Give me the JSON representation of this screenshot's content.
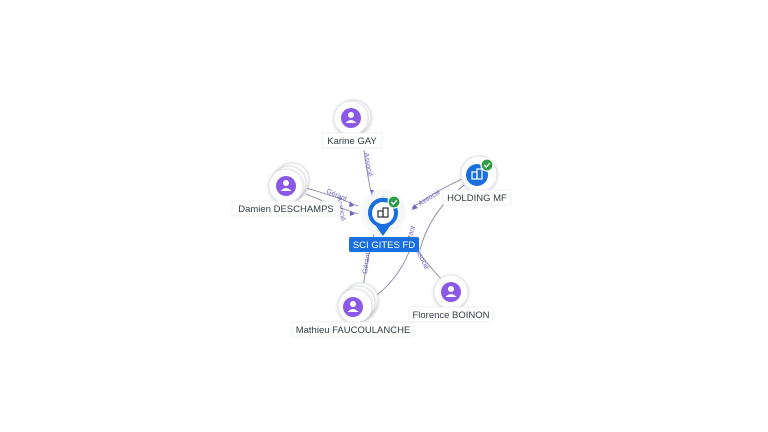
{
  "colors": {
    "person": "#8b58e8",
    "company": "#1a6fe0",
    "verified": "#2e9b46",
    "edge_label": "#6b63c9"
  },
  "center": {
    "label": "SCI GITES FD",
    "icon": "building-icon",
    "verified": true
  },
  "nodes": [
    {
      "id": "karine",
      "label": "Karine GAY",
      "type": "person",
      "icon": "person-icon"
    },
    {
      "id": "damien",
      "label": "Damien DESCHAMPS",
      "type": "person",
      "icon": "person-icon"
    },
    {
      "id": "holding",
      "label": "HOLDING MF",
      "type": "company",
      "icon": "building-icon",
      "verified": true
    },
    {
      "id": "mathieu",
      "label": "Mathieu FAUCOULANCHE",
      "type": "person",
      "icon": "person-icon"
    },
    {
      "id": "florence",
      "label": "Florence BOINON",
      "type": "person",
      "icon": "person-icon"
    }
  ],
  "edges": [
    {
      "from": "karine",
      "label": "Associé"
    },
    {
      "from": "damien",
      "label": "Gérant"
    },
    {
      "from": "damien",
      "label": "Associé"
    },
    {
      "from": "holding",
      "label": "Associé"
    },
    {
      "from": "mathieu",
      "label": "Gérant"
    },
    {
      "from": "mathieu",
      "label": "Gérant"
    },
    {
      "from": "florence",
      "label": "Associé"
    }
  ]
}
